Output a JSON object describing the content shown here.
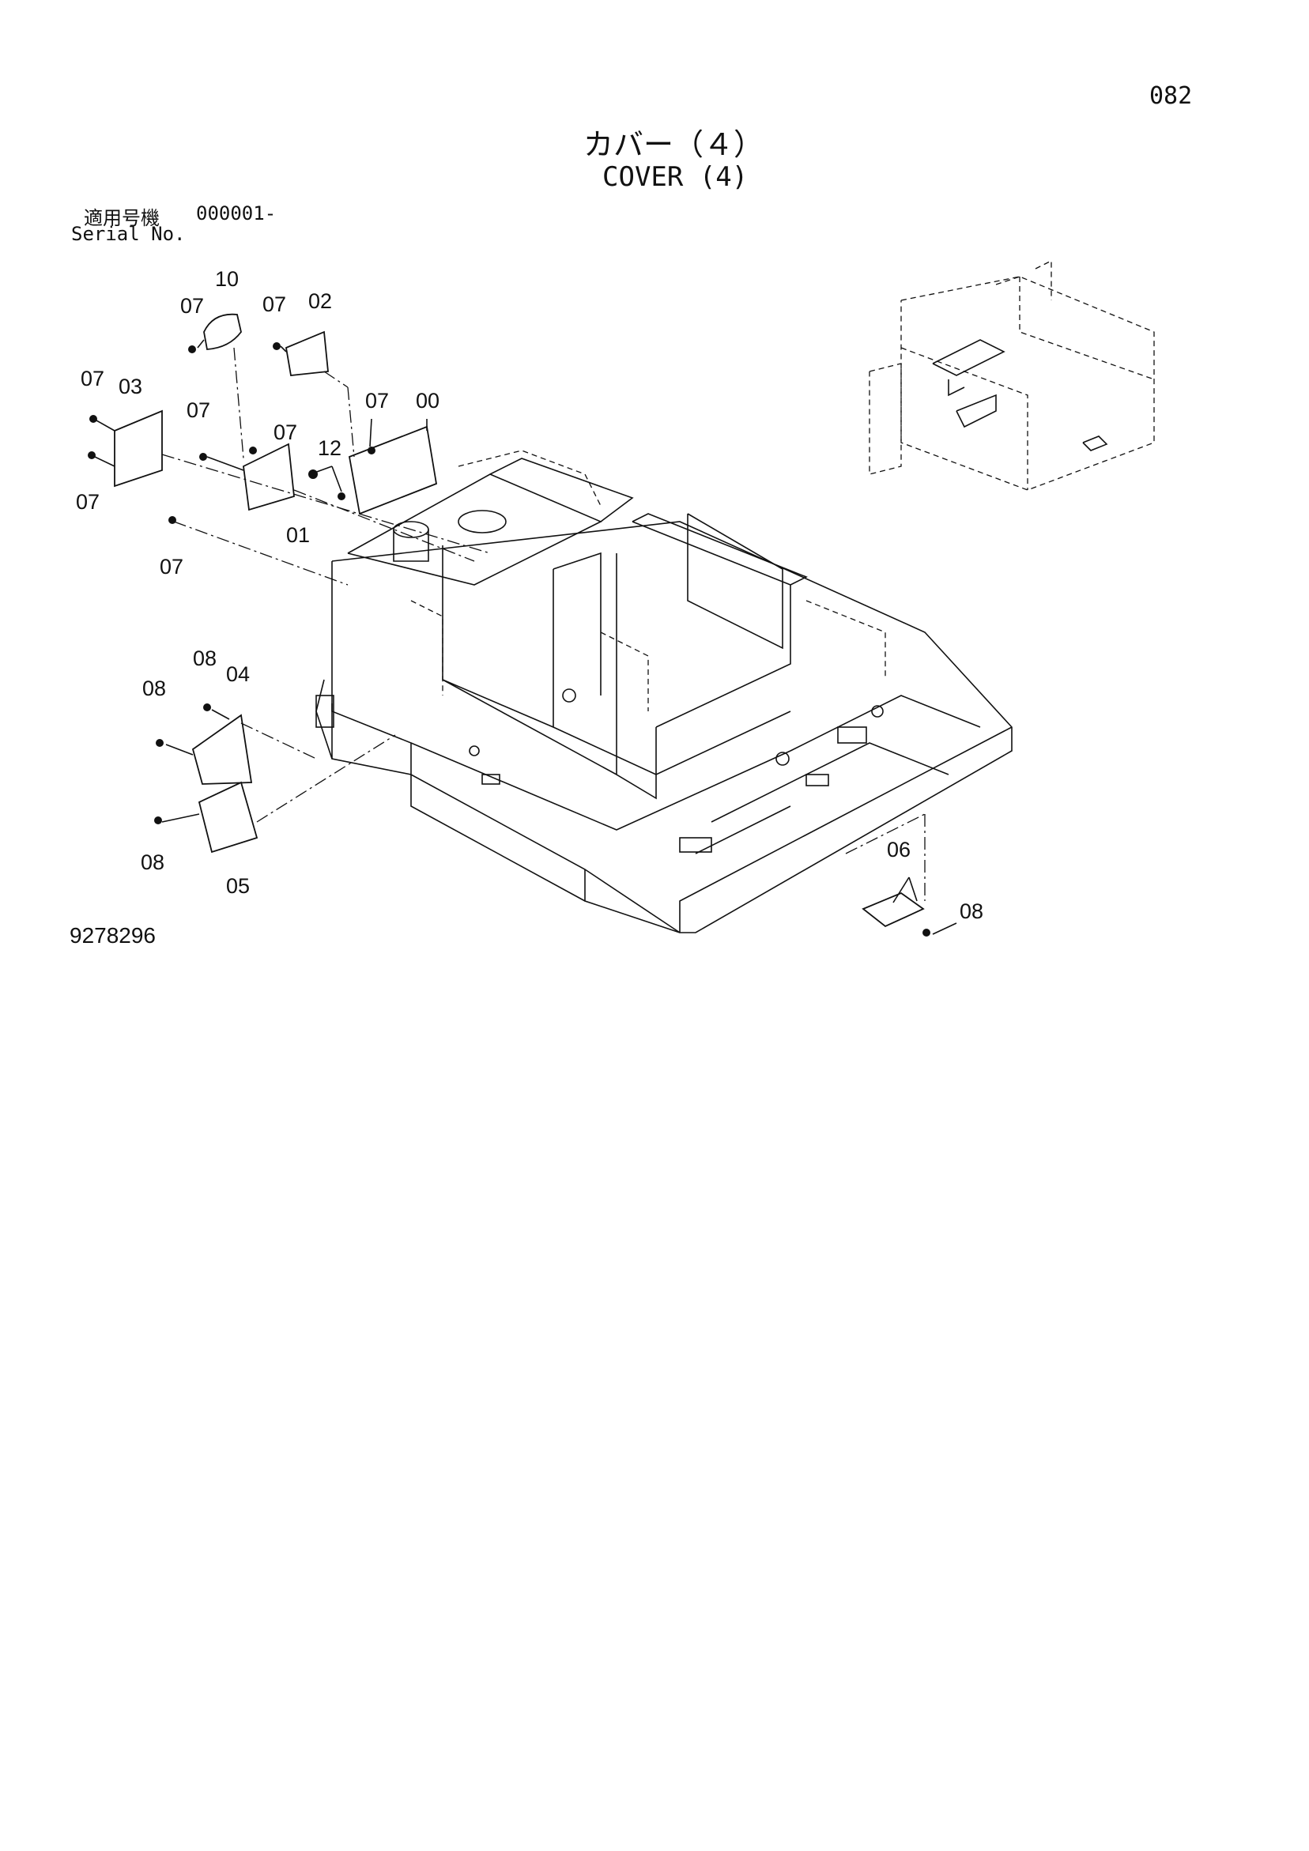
{
  "page_number": "082",
  "title_jp": "カバー（４）",
  "title_en": "COVER (4)",
  "serial": {
    "label_jp": "適用号機",
    "range": "000001-",
    "label_en": "Serial No."
  },
  "drawing_number": "9278296",
  "callouts": {
    "c10": "10",
    "c07a": "07",
    "c07b": "07",
    "c02": "02",
    "c07c": "07",
    "c03": "03",
    "c07d": "07",
    "c07e": "07",
    "c07f": "07",
    "c00": "00",
    "c12": "12",
    "c07g": "07",
    "c01": "01",
    "c07h": "07",
    "c08a": "08",
    "c04": "04",
    "c08b": "08",
    "c08c": "08",
    "c05": "05",
    "c06": "06",
    "c08d": "08"
  }
}
